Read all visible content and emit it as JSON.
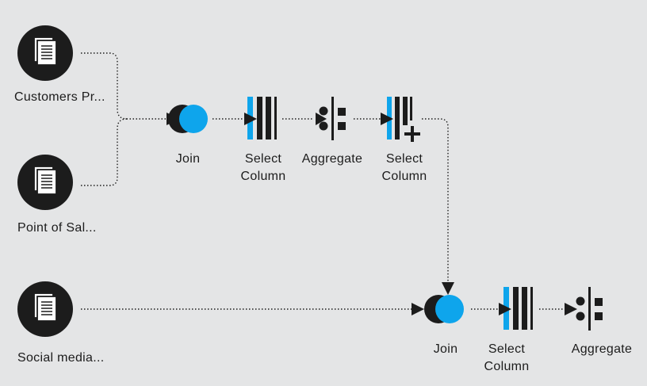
{
  "colors": {
    "background": "#e4e5e6",
    "ink": "#1c1c1c",
    "accent": "#0ea5ec"
  },
  "sources": [
    {
      "id": "customers",
      "label": "Customers Pr...",
      "icon": "document-stack-icon"
    },
    {
      "id": "pos",
      "label": "Point of Sal...",
      "icon": "document-stack-icon"
    },
    {
      "id": "social",
      "label": "Social media...",
      "icon": "document-stack-icon"
    }
  ],
  "steps": {
    "join_1": {
      "line1": "Join",
      "line2": "",
      "icon": "join-icon"
    },
    "select_1": {
      "line1": "Select",
      "line2": "Column",
      "icon": "select-column-icon"
    },
    "aggregate_1": {
      "line1": "Aggregate",
      "line2": "",
      "icon": "aggregate-icon"
    },
    "select_2": {
      "line1": "Select",
      "line2": "Column",
      "icon": "select-column-add-icon"
    },
    "join_2": {
      "line1": "Join",
      "line2": "",
      "icon": "join-icon"
    },
    "select_3": {
      "line1": "Select",
      "line2": "Column",
      "icon": "select-column-icon"
    },
    "aggregate_2": {
      "line1": "Aggregate",
      "line2": "",
      "icon": "aggregate-icon"
    }
  }
}
